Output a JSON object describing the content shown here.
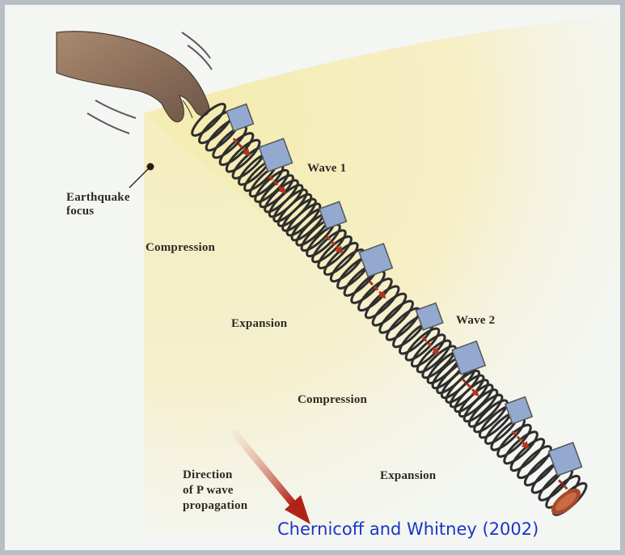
{
  "labels": {
    "earthquake_focus": [
      "Earthquake",
      "focus"
    ],
    "wave1": "Wave 1",
    "wave2": "Wave 2",
    "compression1": "Compression",
    "expansion1": "Expansion",
    "compression2": "Compression",
    "expansion2": "Expansion",
    "direction": [
      "Direction",
      "of P wave",
      "propagation"
    ]
  },
  "credit": "Chernicoff and Whitney (2002)",
  "colors": {
    "background": "#f4f6f3",
    "glow_inner": "#efe39a",
    "coil": "#2e2e2e",
    "square_fill": "#93a9cf",
    "arrow_red": "#b23420",
    "credit_text": "#1a35c8",
    "label_text": "#2d2a26"
  },
  "icons": [
    "hand-icon",
    "earthquake-focus-dot",
    "spring-coil",
    "direction-arrow-icon"
  ]
}
